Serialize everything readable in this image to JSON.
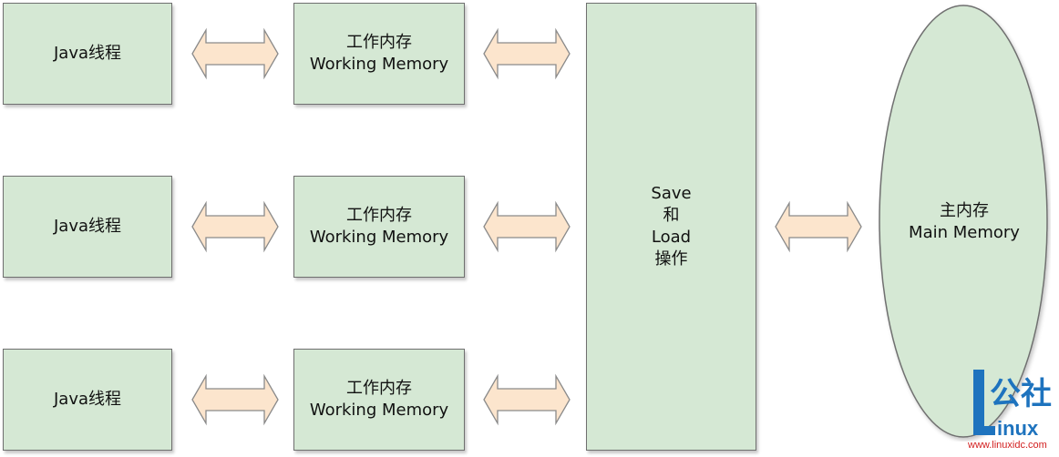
{
  "diagram": {
    "threads": [
      {
        "label": "Java线程"
      },
      {
        "label": "Java线程"
      },
      {
        "label": "Java线程"
      }
    ],
    "working_memories": [
      {
        "line1": "工作内存",
        "line2": "Working Memory"
      },
      {
        "line1": "工作内存",
        "line2": "Working Memory"
      },
      {
        "line1": "工作内存",
        "line2": "Working Memory"
      }
    ],
    "save_load": {
      "line1": "Save",
      "line2": "和",
      "line3": "Load",
      "line4": "操作"
    },
    "main_memory": {
      "line1": "主内存",
      "line2": "Main Memory"
    },
    "colors": {
      "node_fill": "#d5e8d4",
      "node_border": "#6f6f6f",
      "arrow_fill": "#fce5cd",
      "arrow_stroke": "#8a8a8a",
      "watermark": "#1e73be",
      "watermark_url": "#d21e1e"
    }
  },
  "watermark": {
    "logo": "L公社inux",
    "url": "www.linuxidc.com"
  }
}
